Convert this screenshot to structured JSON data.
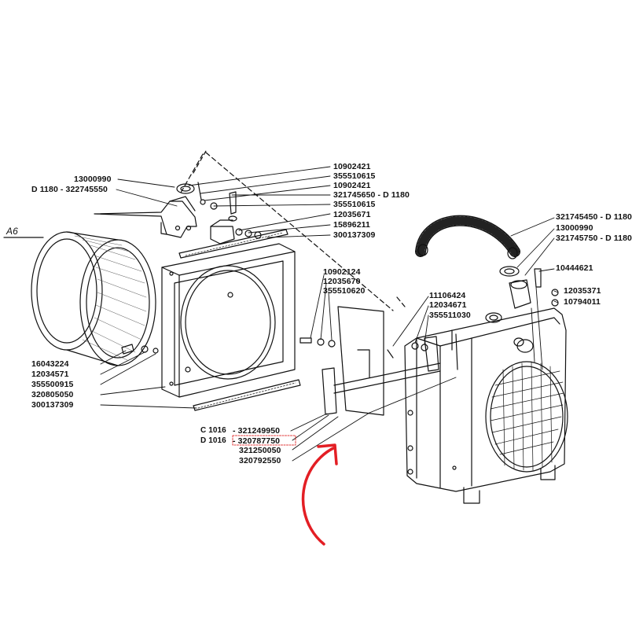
{
  "section_label": "A6",
  "labels_right_top": [
    "10902421",
    "355510615",
    "10902421",
    "321745650 - D 1180",
    "355510615",
    "12035671",
    "15896211",
    "300137309"
  ],
  "labels_left_top": [
    "13000990",
    "D 1180 - 322745550"
  ],
  "labels_center": [
    "10902124",
    "12035670",
    "355510620"
  ],
  "labels_mid": [
    "11106424",
    "12034671",
    "355511030"
  ],
  "labels_far_right": [
    "321745450 - D 1180",
    "13000990",
    "321745750 - D 1180",
    "10444621",
    "12035371",
    "10794011"
  ],
  "labels_left_bottom": [
    "16043224",
    "12034571",
    "355500915",
    "320805050",
    "300137309"
  ],
  "labels_variants": {
    "c_model": "C 1016",
    "d_model": "D 1016",
    "c_part": "321249950",
    "d_part": "320787750",
    "part_a": "321250050",
    "part_b": "320792550"
  },
  "colors": {
    "line": "#111111",
    "highlight_box": "#e03a3a",
    "arrow": "#e31e24"
  }
}
